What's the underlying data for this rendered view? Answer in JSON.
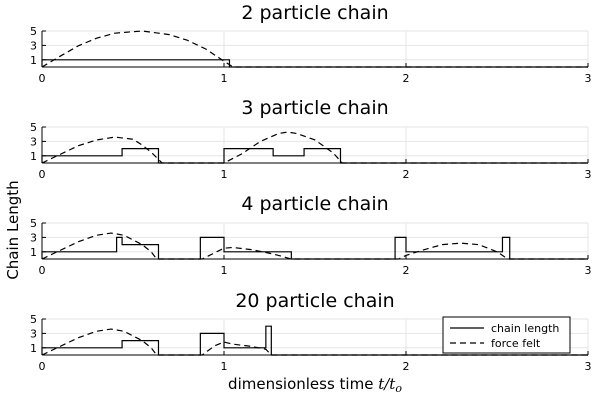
{
  "chart_data": [
    {
      "type": "line",
      "title": "2 particle chain",
      "xlim": [
        0,
        3
      ],
      "ylim": [
        0,
        5
      ],
      "xticks": [
        0,
        1,
        2,
        3
      ],
      "yticks": [
        1,
        3,
        5
      ],
      "grid": true,
      "series": [
        {
          "name": "chain length",
          "style": "solid",
          "x": [
            0,
            0,
            1.03,
            1.03,
            3
          ],
          "y": [
            0,
            1,
            1,
            0,
            0
          ]
        },
        {
          "name": "force felt",
          "style": "dashed",
          "x": [
            0,
            0.1,
            0.2,
            0.3,
            0.4,
            0.55,
            0.7,
            0.8,
            0.9,
            1.0,
            1.05,
            3
          ],
          "y": [
            0,
            1.5,
            2.95,
            4.0,
            4.7,
            5.0,
            4.5,
            3.7,
            2.5,
            0.8,
            0,
            0
          ]
        }
      ]
    },
    {
      "type": "line",
      "title": "3 particle chain",
      "xlim": [
        0,
        3
      ],
      "ylim": [
        0,
        5
      ],
      "xticks": [
        0,
        1,
        2,
        3
      ],
      "yticks": [
        1,
        3,
        5
      ],
      "grid": true,
      "series": [
        {
          "name": "chain length",
          "style": "solid",
          "x": [
            0,
            0,
            0.44,
            0.44,
            0.64,
            0.64,
            1.0,
            1.0,
            1.27,
            1.27,
            1.44,
            1.44,
            1.64,
            1.64,
            3
          ],
          "y": [
            0,
            1,
            1,
            2,
            2,
            0,
            0,
            2,
            2,
            1,
            1,
            2,
            2,
            0,
            0
          ]
        },
        {
          "name": "force felt",
          "style": "dashed",
          "x": [
            0,
            0.1,
            0.2,
            0.3,
            0.4,
            0.5,
            0.55,
            0.6,
            0.66,
            1.0,
            1.1,
            1.2,
            1.3,
            1.35,
            1.4,
            1.5,
            1.6,
            1.65,
            3
          ],
          "y": [
            0,
            1.2,
            2.4,
            3.2,
            3.6,
            3.3,
            2.5,
            1.5,
            0,
            0,
            1.3,
            3.0,
            4.1,
            4.3,
            4.1,
            3.2,
            1.4,
            0,
            0
          ]
        }
      ]
    },
    {
      "type": "line",
      "title": "4 particle chain",
      "xlim": [
        0,
        3
      ],
      "ylim": [
        0,
        5
      ],
      "xticks": [
        0,
        1,
        2,
        3
      ],
      "yticks": [
        1,
        3,
        5
      ],
      "grid": true,
      "series": [
        {
          "name": "chain length",
          "style": "solid",
          "x": [
            0,
            0,
            0.41,
            0.41,
            0.44,
            0.44,
            0.64,
            0.64,
            0.87,
            0.87,
            1.0,
            1.0,
            1.37,
            1.37,
            1.94,
            1.94,
            2.0,
            2.0,
            2.53,
            2.53,
            2.57,
            2.57,
            3
          ],
          "y": [
            0,
            1,
            1,
            3,
            3,
            2,
            2,
            0,
            0,
            3,
            3,
            1,
            1,
            0,
            0,
            3,
            3,
            1,
            1,
            3,
            3,
            0,
            0
          ]
        },
        {
          "name": "force felt",
          "style": "dashed",
          "x": [
            0,
            0.1,
            0.2,
            0.3,
            0.38,
            0.45,
            0.55,
            0.6,
            0.63,
            0.88,
            1.0,
            1.05,
            1.15,
            1.25,
            1.3,
            1.37,
            1.96,
            2.0,
            2.1,
            2.2,
            2.3,
            2.4,
            2.5,
            2.56,
            3
          ],
          "y": [
            0,
            1.2,
            2.4,
            3.3,
            3.6,
            3.3,
            2.0,
            1.0,
            0,
            0,
            1.5,
            1.6,
            1.3,
            0.8,
            0.5,
            0,
            0,
            0.5,
            1.3,
            2.0,
            2.2,
            2.0,
            1.0,
            0,
            0
          ]
        }
      ]
    },
    {
      "type": "line",
      "title": "20 particle chain",
      "xlim": [
        0,
        3
      ],
      "ylim": [
        0,
        5
      ],
      "xticks": [
        0,
        1,
        2,
        3
      ],
      "yticks": [
        1,
        3,
        5
      ],
      "grid": true,
      "legend": "bottom-right",
      "series": [
        {
          "name": "chain length",
          "style": "solid",
          "x": [
            0,
            0,
            0.44,
            0.44,
            0.64,
            0.64,
            0.87,
            0.87,
            1.0,
            1.0,
            1.23,
            1.23,
            1.26,
            1.26,
            3
          ],
          "y": [
            0,
            1,
            1,
            2,
            2,
            0,
            0,
            3,
            3,
            1,
            1,
            4,
            4,
            0,
            0
          ]
        },
        {
          "name": "force felt",
          "style": "dashed",
          "x": [
            0,
            0.1,
            0.2,
            0.3,
            0.38,
            0.45,
            0.55,
            0.6,
            0.63,
            0.88,
            0.95,
            1.0,
            1.05,
            1.15,
            1.23,
            1.26,
            3
          ],
          "y": [
            0,
            1.2,
            2.4,
            3.3,
            3.6,
            3.3,
            2.0,
            1.0,
            0,
            0,
            1.3,
            1.8,
            1.5,
            1.2,
            0.8,
            0,
            0
          ]
        }
      ]
    }
  ],
  "axes": {
    "ylabel": "Chain Length",
    "xlabel_text": "dimensionless time ",
    "xlabel_math": "t/t",
    "xlabel_sub": "o"
  },
  "legend": {
    "entries": [
      "chain length",
      "force felt"
    ]
  }
}
